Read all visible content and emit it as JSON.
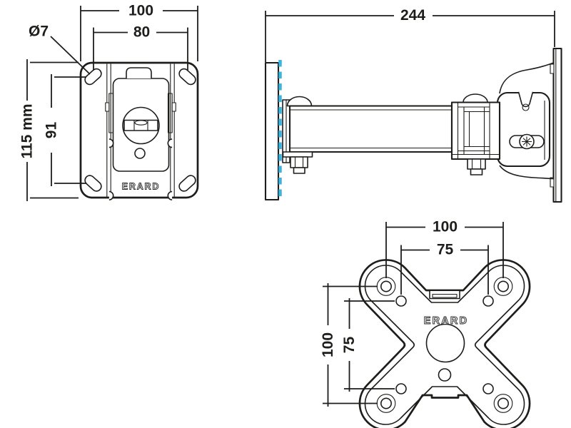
{
  "drawing": {
    "colors": {
      "line": "#1d1d1b",
      "wall_plane_dashed": "#3cb4e0",
      "paper": "#ffffff"
    },
    "front_view": {
      "dim_width": "100",
      "dim_hole_spacing_h": "80",
      "dim_hole_dia": "Ø7",
      "dim_height": "115 mm",
      "dim_hole_spacing_v": "91",
      "brand_label": "ERARD"
    },
    "side_view": {
      "dim_depth": "244"
    },
    "vesa_view": {
      "dim_width_outer": "100",
      "dim_width_inner": "75",
      "dim_height_outer": "100",
      "dim_height_inner": "75",
      "brand_label": "ERARD"
    }
  }
}
